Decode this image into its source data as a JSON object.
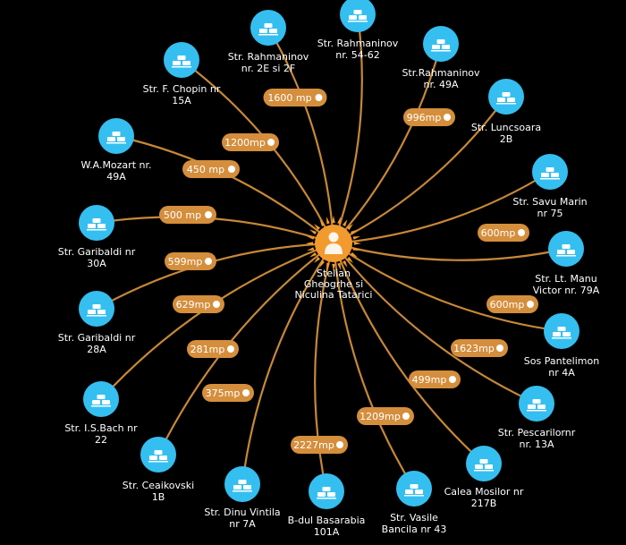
{
  "colors": {
    "edge": "#c78837",
    "edge_label": "#d48e3c",
    "node": "#34bff0",
    "center": "#f29a2e",
    "text": "#ffffff"
  },
  "icons": {
    "leaf": "gold-bars-icon",
    "center": "person-icon"
  },
  "center": {
    "label": [
      "Stelian",
      "Gheogrhe si",
      "Niculina Tatarici"
    ]
  },
  "nodes": [
    {
      "id": "rahmaninov-54",
      "label": [
        "Str. Rahmaninov",
        "nr. 54-62"
      ],
      "area": "1600 mp"
    },
    {
      "id": "rahmaninov-2e",
      "label": [
        "Str. Rahmaninov",
        "nr. 2E si 2F"
      ],
      "area": ""
    },
    {
      "id": "rahmaninov-49a",
      "label": [
        "Str.Rahmaninov",
        "nr. 49A"
      ],
      "area": ""
    },
    {
      "id": "chopin-15a",
      "label": [
        "Str. F. Chopin nr",
        "15A"
      ],
      "area": "1200mp"
    },
    {
      "id": "luncsoara-2b",
      "label": [
        "Str. Luncsoara",
        "2B"
      ],
      "area": "996mp"
    },
    {
      "id": "mozart-49a",
      "label": [
        "W.A.Mozart nr.",
        "49A"
      ],
      "area": "450 mp"
    },
    {
      "id": "savu-marin-75",
      "label": [
        "Str. Savu Marin",
        "nr 75"
      ],
      "area": ""
    },
    {
      "id": "garibaldi-30a",
      "label": [
        "Str. Garibaldi nr",
        "30A"
      ],
      "area": "500 mp"
    },
    {
      "id": "lt-manu-79a",
      "label": [
        "Str. Lt. Manu",
        "Victor nr. 79A"
      ],
      "area": "600mp"
    },
    {
      "id": "garibaldi-28a",
      "label": [
        "Str. Garibaldi nr",
        "28A"
      ],
      "area": "599mp"
    },
    {
      "id": "pantelimon-4a",
      "label": [
        "Sos Pantelimon",
        "nr 4A"
      ],
      "area": "600mp"
    },
    {
      "id": "bach-22",
      "label": [
        "Str. I.S.Bach nr",
        "22"
      ],
      "area": "629mp"
    },
    {
      "id": "pescarilornr-13a",
      "label": [
        "Str. Pescarilornr",
        "nr. 13A"
      ],
      "area": "1623mp"
    },
    {
      "id": "ceaikovski-1b",
      "label": [
        "Str. Ceaikovski",
        "1B"
      ],
      "area": "281mp"
    },
    {
      "id": "mosilor-217b",
      "label": [
        "Calea Mosilor nr",
        "217B"
      ],
      "area": "499mp"
    },
    {
      "id": "dinu-vintila-7a",
      "label": [
        "Str. Dinu Vintila",
        "nr 7A"
      ],
      "area": "375mp"
    },
    {
      "id": "vasile-bancila-43",
      "label": [
        "Str. Vasile",
        "Bancila nr 43"
      ],
      "area": "1209mp"
    },
    {
      "id": "basarabia-101a",
      "label": [
        "B-dul Basarabia",
        "101A"
      ],
      "area": "2227mp"
    }
  ]
}
